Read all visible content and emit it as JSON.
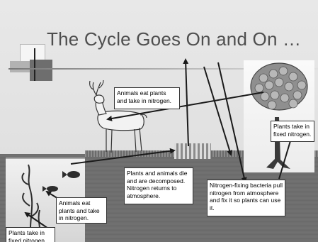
{
  "slide": {
    "title": "The Cycle Goes On and On …"
  },
  "labels": {
    "animals_eat_plants": "Animals eat plants and take in nitrogen.",
    "plants_take_in_fixed_right": "Plants take in fixed nitrogen.",
    "decomposed": "Plants and animals die and are decomposed. Nitrogen returns to atmosphere.",
    "bacteria": "Nitrogen-fixing bacteria pull nitrogen from atmosphere and fix it so plants can use it.",
    "animals_eat_water": "Animals eat plants and take in nitrogen.",
    "plants_take_in_fixed_left": "Plants take in fixed nitrogen."
  },
  "colors": {
    "arrow": "#1a1a1a",
    "title": "#4e4e4e",
    "ground": "#6d6d6d"
  }
}
